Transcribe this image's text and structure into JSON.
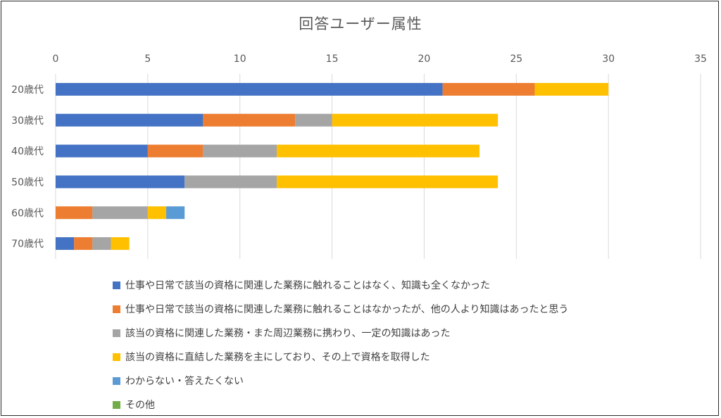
{
  "chart_data": {
    "type": "bar",
    "orientation": "horizontal",
    "stacked": true,
    "title": "回答ユーザー属性",
    "categories": [
      "20歳代",
      "30歳代",
      "40歳代",
      "50歳代",
      "60歳代",
      "70歳代"
    ],
    "xlim": [
      0,
      35
    ],
    "xticks": [
      0,
      5,
      10,
      15,
      20,
      25,
      30,
      35
    ],
    "grid": true,
    "legend_position": "bottom",
    "series": [
      {
        "name": "仕事や日常で該当の資格に関連した業務に触れることはなく、知識も全くなかった",
        "color": "#4472C4",
        "values": [
          21,
          8,
          5,
          7,
          0,
          1
        ]
      },
      {
        "name": "仕事や日常で該当の資格に関連した業務に触れることはなかったが、他の人より知識はあったと思う",
        "color": "#ED7D31",
        "values": [
          5,
          5,
          3,
          0,
          2,
          1
        ]
      },
      {
        "name": "該当の資格に関連した業務・また周辺業務に携わり、一定の知識はあった",
        "color": "#A5A5A5",
        "values": [
          0,
          2,
          4,
          5,
          3,
          1
        ]
      },
      {
        "name": "該当の資格に直結した業務を主にしており、その上で資格を取得した",
        "color": "#FFC000",
        "values": [
          4,
          9,
          11,
          12,
          1,
          1
        ]
      },
      {
        "name": "わからない・答えたくない",
        "color": "#5B9BD5",
        "values": [
          0,
          0,
          0,
          0,
          1,
          0
        ]
      },
      {
        "name": "その他",
        "color": "#70AD47",
        "values": [
          0,
          0,
          0,
          0,
          0,
          0
        ]
      }
    ]
  }
}
